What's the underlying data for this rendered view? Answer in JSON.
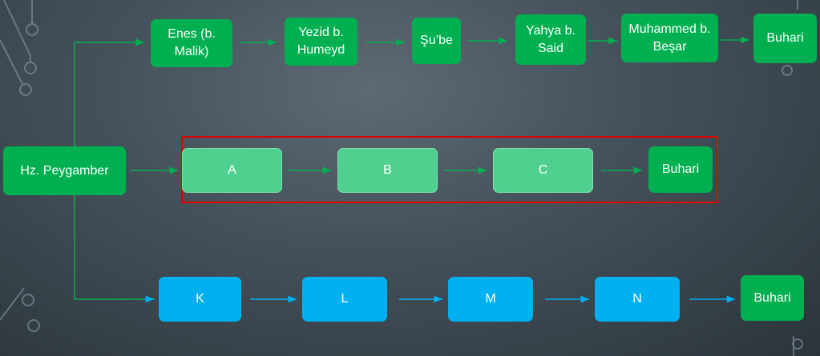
{
  "source": {
    "label": "Hz. Peygamber"
  },
  "chains": [
    {
      "color": "#00b050",
      "nodes": [
        "Enes (b. Malik)",
        "Yezid b. Humeyd",
        "Şu’be",
        "Yahya b. Said",
        "Muhammed b. Beşar",
        "Buhari"
      ]
    },
    {
      "color": "#4fd08f",
      "highlighted": true,
      "highlight_color": "#e00000",
      "nodes": [
        "A",
        "B",
        "C",
        "Buhari"
      ]
    },
    {
      "color": "#00b0f0",
      "nodes": [
        "K",
        "L",
        "M",
        "N",
        "Buhari"
      ]
    }
  ]
}
